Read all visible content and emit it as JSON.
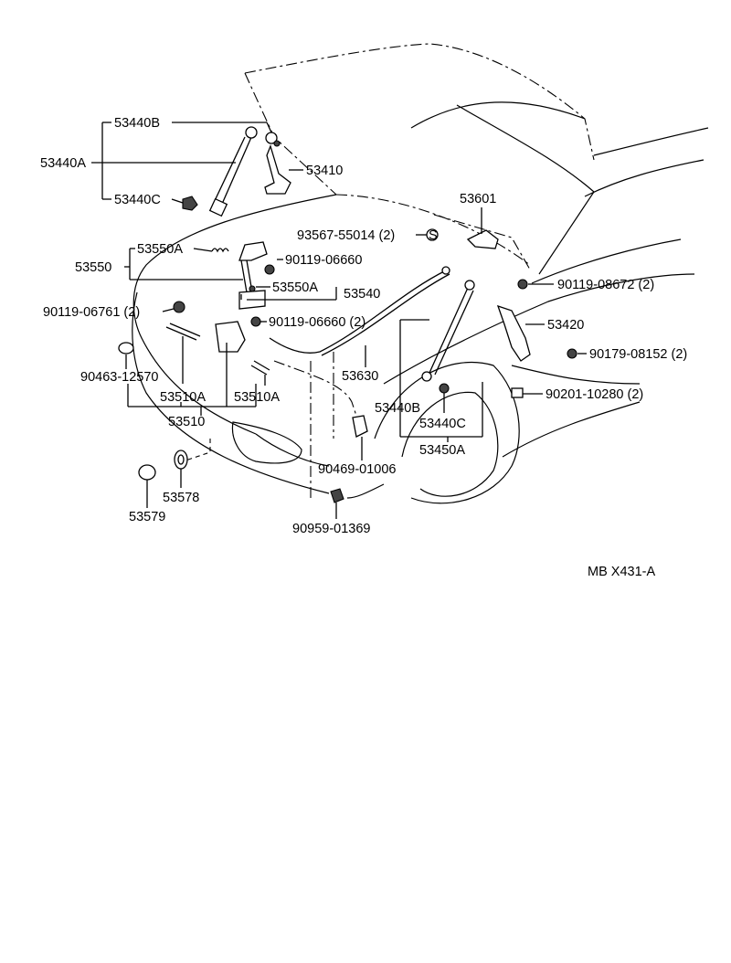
{
  "labels": {
    "p53440B": "53440B",
    "p53440A": "53440A",
    "p53440C": "53440C",
    "p53410": "53410",
    "p53601": "53601",
    "p93567": "93567-55014 (2)",
    "p53550A_top": "53550A",
    "p90119_06660": "90119-06660",
    "p53550": "53550",
    "p53550A_mid": "53550A",
    "p53540": "53540",
    "p90119_08672": "90119-08672 (2)",
    "p90119_06761": "90119-06761 (2)",
    "p90119_06660_2": "90119-06660 (2)",
    "p53420": "53420",
    "p90179": "90179-08152 (2)",
    "p90463": "90463-12570",
    "p53630": "53630",
    "p53510A_left": "53510A",
    "p53510A_right": "53510A",
    "p90201": "90201-10280 (2)",
    "p53440B_lower": "53440B",
    "p53440C_lower": "53440C",
    "p53510": "53510",
    "p53450A": "53450A",
    "p90469": "90469-01006",
    "p53578": "53578",
    "p53579": "53579",
    "p90959": "90959-01369",
    "ref_code": "MB X431-A"
  },
  "symbols": {
    "s_circle": "S"
  }
}
